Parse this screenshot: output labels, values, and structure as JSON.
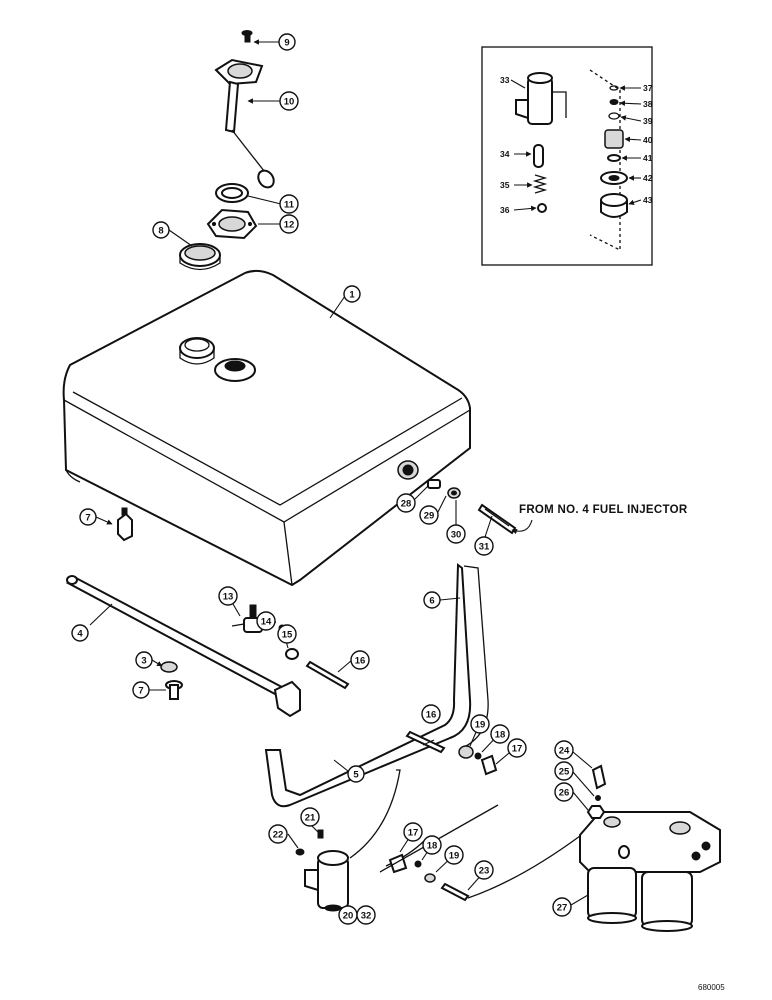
{
  "diagram": {
    "caption": "FROM NO. 4 FUEL INJECTOR",
    "figure_id": "680005",
    "callouts": {
      "c1": "1",
      "c3": "3",
      "c4": "4",
      "c5": "5",
      "c6": "6",
      "c7a": "7",
      "c7b": "7",
      "c8": "8",
      "c9": "9",
      "c10": "10",
      "c11": "11",
      "c12": "12",
      "c13": "13",
      "c14": "14",
      "c15": "15",
      "c16a": "16",
      "c16b": "16",
      "c17a": "17",
      "c17b": "17",
      "c18a": "18",
      "c18b": "18",
      "c19a": "19",
      "c19b": "19",
      "c20": "20",
      "c21": "21",
      "c22": "22",
      "c23": "23",
      "c24": "24",
      "c25": "25",
      "c26": "26",
      "c27": "27",
      "c28": "28",
      "c29": "29",
      "c30": "30",
      "c31": "31",
      "c32": "32"
    },
    "inset_labels": {
      "i33": "33",
      "i34": "34",
      "i35": "35",
      "i36": "36",
      "i37": "37",
      "i38": "38",
      "i39": "39",
      "i40": "40",
      "i41": "41",
      "i42": "42",
      "i43": "43"
    }
  }
}
